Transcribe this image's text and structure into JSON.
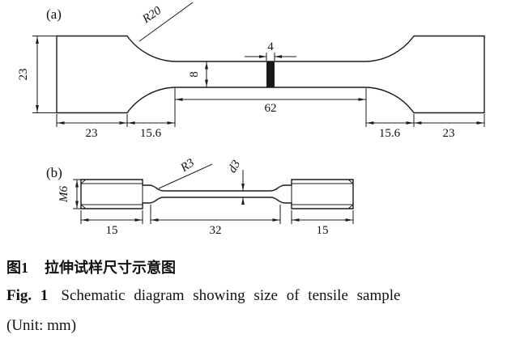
{
  "figure": {
    "panel_a_label": "(a)",
    "panel_b_label": "(b)",
    "a": {
      "radius_label": "R20",
      "grip_height": "23",
      "bar_width": "4",
      "gauge_height": "8",
      "gauge_length": "62",
      "grip_length_left": "23",
      "fillet_length_left": "15.6",
      "fillet_length_right": "15.6",
      "grip_length_right": "23"
    },
    "b": {
      "radius_label": "R3",
      "diameter_label": "d3",
      "thread_label": "M6",
      "left_length": "15",
      "gauge_length": "32",
      "right_length": "15"
    }
  },
  "caption": {
    "zh_bold": "图1",
    "zh_text": "拉伸试样尺寸示意图",
    "en_bold": "Fig. 1",
    "en_text": "Schematic diagram showing size of tensile sample",
    "unit": "(Unit: mm)"
  },
  "colors": {
    "ink": "#1a1a1a",
    "background": "#ffffff"
  }
}
